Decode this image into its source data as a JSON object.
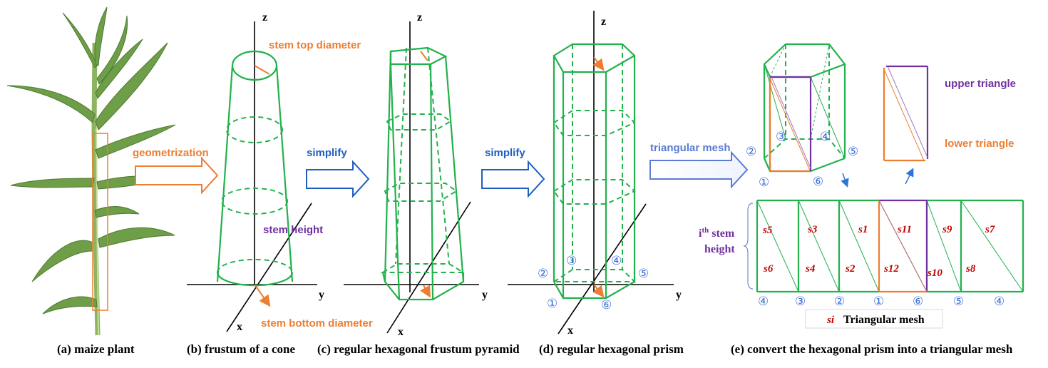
{
  "captions": {
    "a": "(a) maize plant",
    "b": "(b) frustum of a cone",
    "c": "(c) regular hexagonal frustum pyramid",
    "d": "(d) regular hexagonal prism",
    "e": "(e) convert the hexagonal prism into a triangular mesh"
  },
  "arrows": {
    "geometrization": "geometrization",
    "simplify1": "simplify",
    "simplify2": "simplify",
    "triangular_mesh": "triangular mesh"
  },
  "axes": {
    "x": "x",
    "y": "y",
    "z": "z"
  },
  "cone_labels": {
    "top": "stem top diameter",
    "height": "stem height",
    "bottom": "stem bottom diameter"
  },
  "vertices": [
    "①",
    "②",
    "③",
    "④",
    "⑤",
    "⑥"
  ],
  "mesh": {
    "triangle_labels": {
      "upper": "upper triangle",
      "lower": "lower triangle"
    },
    "row_label_ith": "i",
    "row_label_sup": "th",
    "row_label_stem": " stem",
    "row_label_height": "height",
    "upper_cells": [
      "s5",
      "s3",
      "s1",
      "s11",
      "s9",
      "s7"
    ],
    "lower_cells": [
      "s6",
      "s4",
      "s2",
      "s12",
      "s10",
      "s8"
    ],
    "bottom_numbers": [
      "④",
      "③",
      "②",
      "①",
      "⑥",
      "⑤",
      "④"
    ],
    "legend_symbol": "si",
    "legend_text": "Triangular mesh"
  },
  "colors": {
    "green": "#22B14C",
    "orange": "#ED7D31",
    "purple": "#7030A0",
    "blue": "#1F5FBF",
    "circled_numbers": "#3D6FD8",
    "cell_labels": "#C00000"
  }
}
